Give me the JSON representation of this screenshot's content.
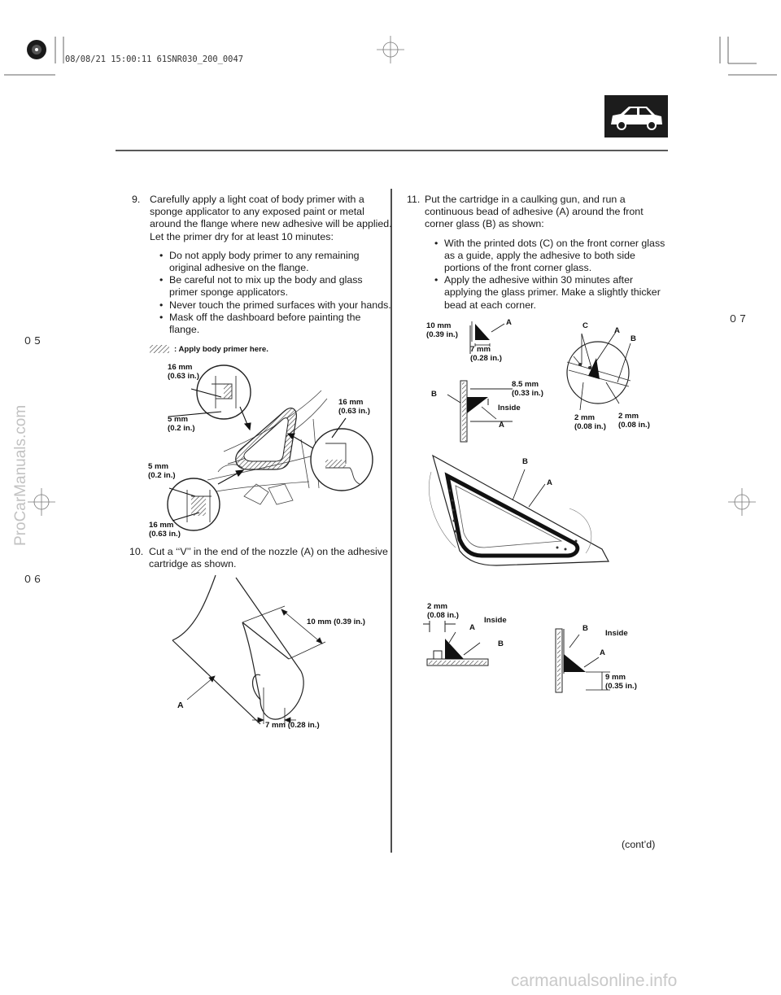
{
  "header": {
    "timestamp": "08/08/21 15:00:11 61SNR030_200_0047"
  },
  "steps": {
    "s9": {
      "number": "9.",
      "text": "Carefully apply a light coat of body primer with a sponge applicator to any exposed paint or metal around the flange where new adhesive will be applied. Let the primer dry for at least 10 minutes:",
      "bullets": [
        "Do not apply body primer to any remaining original adhesive on the flange.",
        "Be careful not to mix up the body and glass primer sponge applicators.",
        "Never touch the primed surfaces with your hands.",
        "Mask off the dashboard before painting the flange."
      ]
    },
    "s10": {
      "number": "10.",
      "text": "Cut a ‘‘V’’ in the end of the nozzle (A) on the adhesive cartridge as shown."
    },
    "s11": {
      "number": "11.",
      "text": "Put the cartridge in a caulking gun, and run a continuous bead of adhesive (A) around the front corner glass (B) as shown:",
      "bullets": [
        "With the printed dots (C) on the front corner glass as a guide, apply the adhesive to both side portions of the front corner glass.",
        "Apply the adhesive within 30 minutes after applying the glass primer. Make a slightly thicker bead at each corner."
      ]
    }
  },
  "figures": {
    "primer": {
      "legend": ": Apply body primer here.",
      "l1": "16 mm\n(0.63 in.)",
      "l2": "5 mm\n(0.2 in.)",
      "l3": "16 mm\n(0.63 in.)",
      "l4": "5 mm\n(0.2 in.)",
      "l5": "16 mm\n(0.63 in.)"
    },
    "nozzle": {
      "a": "A",
      "w": "10 mm (0.39 in.)",
      "d": "7 mm (0.28 in.)"
    },
    "bead": {
      "h1": "10 mm\n(0.39 in.)",
      "a1": "A",
      "w1": "7 mm\n(0.28 in.)",
      "d1": "8.5 mm\n(0.33 in.)",
      "b1": "B",
      "in1": "Inside",
      "a2": "A",
      "c": "C",
      "a3": "A",
      "b3": "B",
      "g1": "2 mm\n(0.08 in.)",
      "g2": "2 mm\n(0.08 in.)",
      "bg": "B",
      "ag": "A",
      "g3": "2 mm\n(0.08 in.)",
      "in2": "Inside",
      "a4": "A",
      "b4": "B",
      "b5": "B",
      "in3": "Inside",
      "a5": "A",
      "d5": "9 mm\n(0.35 in.)"
    }
  },
  "footer": {
    "contd": "(cont’d)"
  },
  "side": {
    "r1": "０７",
    "l1": "０５",
    "l2": "０６"
  },
  "watermarks": {
    "left": "ProCarManuals.com",
    "bottom": "carmanualsonline.info"
  }
}
